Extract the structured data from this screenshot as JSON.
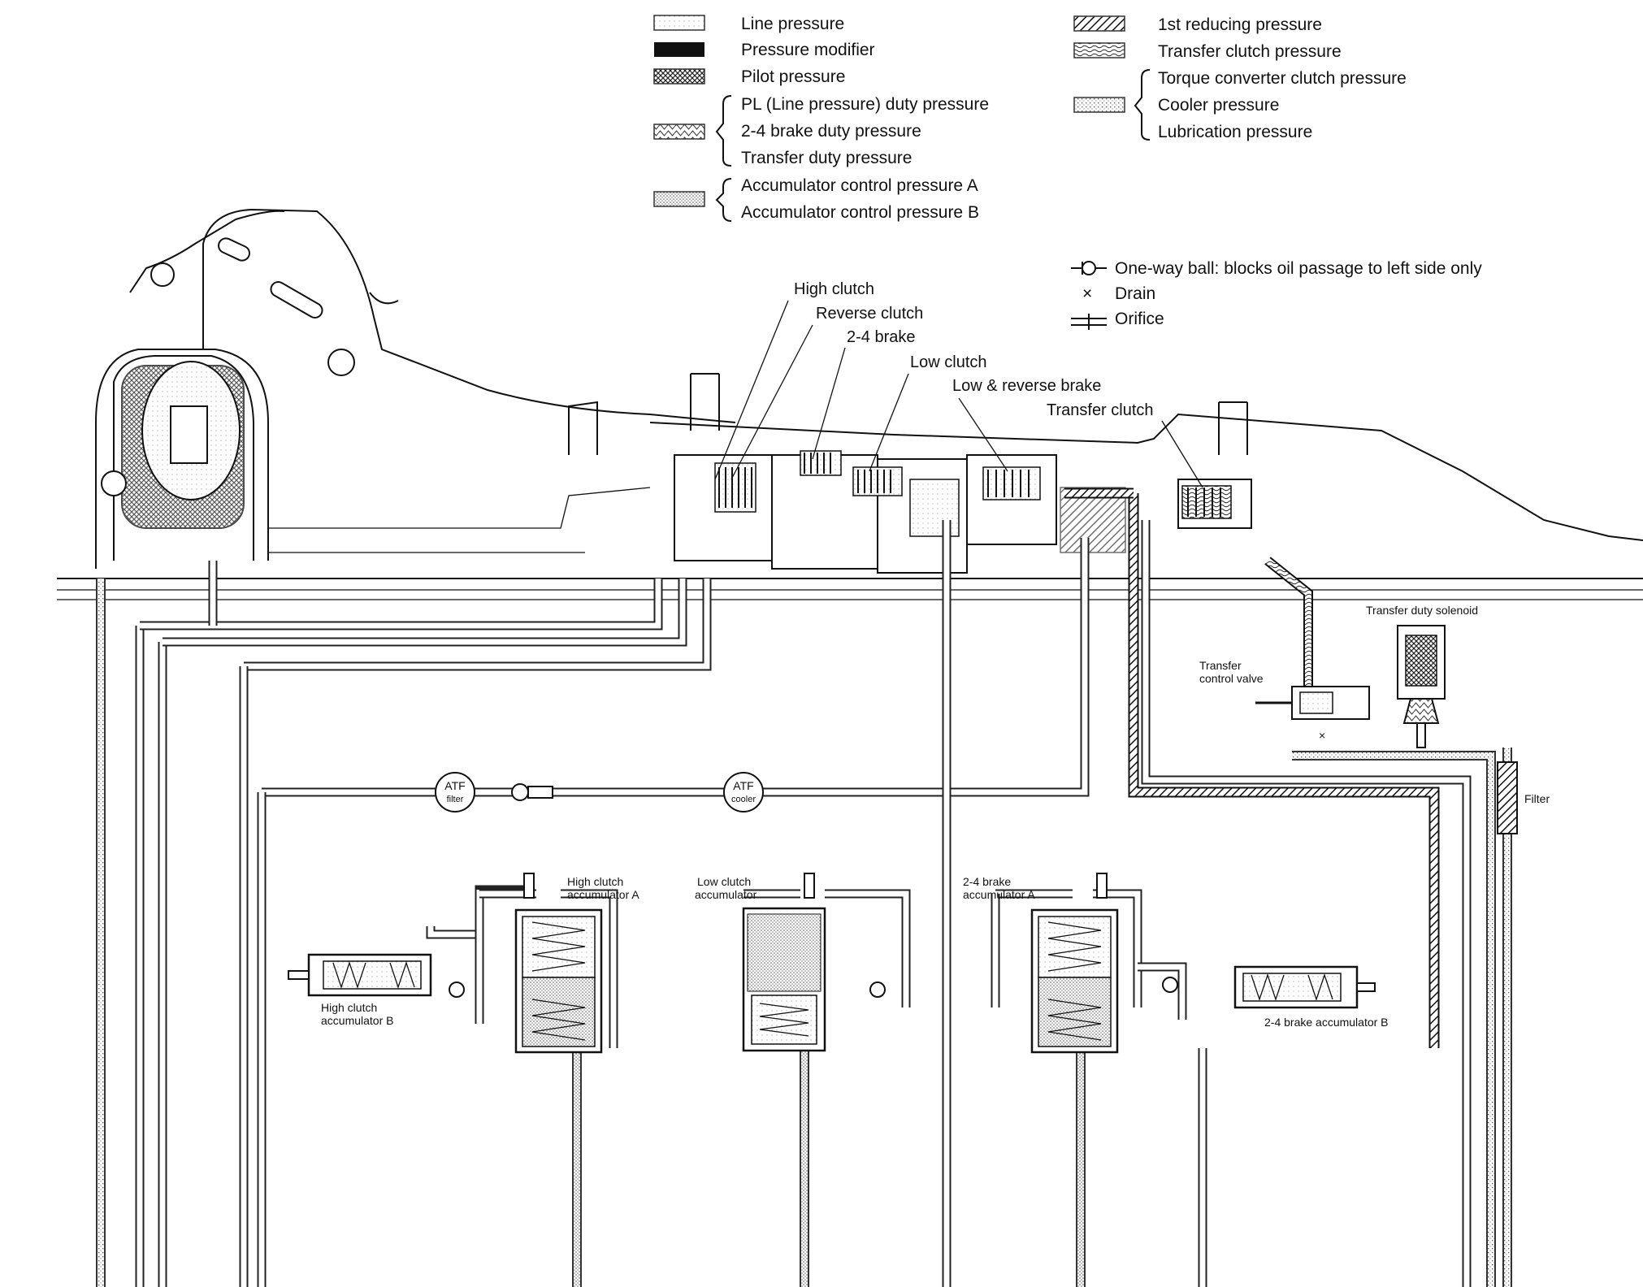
{
  "legend": {
    "line_pressure": "Line pressure",
    "pressure_modifier": "Pressure modifier",
    "pilot_pressure": "Pilot pressure",
    "pl_duty": "PL (Line pressure) duty pressure",
    "brake_24_duty": "2-4 brake duty pressure",
    "transfer_duty": "Transfer duty pressure",
    "acc_ctrl_a": "Accumulator control pressure A",
    "acc_ctrl_b": "Accumulator control pressure B",
    "first_reducing": "1st reducing pressure",
    "transfer_clutch_pressure": "Transfer clutch pressure",
    "tcc_pressure": "Torque converter clutch pressure",
    "cooler_pressure": "Cooler pressure",
    "lubrication_pressure": "Lubrication pressure"
  },
  "symbols": {
    "one_way_ball": "One-way ball: blocks oil passage to left side only",
    "drain": "Drain",
    "orifice": "Orifice"
  },
  "labels": {
    "high_clutch": "High clutch",
    "reverse_clutch": "Reverse clutch",
    "brake_24": "2-4 brake",
    "low_clutch": "Low clutch",
    "low_reverse_brake": "Low & reverse brake",
    "transfer_clutch": "Transfer clutch",
    "transfer_duty_solenoid": "Transfer duty solenoid",
    "transfer_control_valve_1": "Transfer",
    "transfer_control_valve_2": "control valve",
    "filter": "Filter",
    "atf_filter_1": "ATF",
    "atf_filter_2": "filter",
    "atf_cooler_1": "ATF",
    "atf_cooler_2": "cooler",
    "high_clutch_acc_a_1": "High clutch",
    "high_clutch_acc_a_2": "accumulator A",
    "high_clutch_acc_b_1": "High clutch",
    "high_clutch_acc_b_2": "accumulator B",
    "low_clutch_acc_1": "Low clutch",
    "low_clutch_acc_2": "accumulator",
    "brake_24_acc_a_1": "2-4 brake",
    "brake_24_acc_a_2": "accumulator A",
    "brake_24_acc_b": "2-4 brake accumulator B"
  }
}
